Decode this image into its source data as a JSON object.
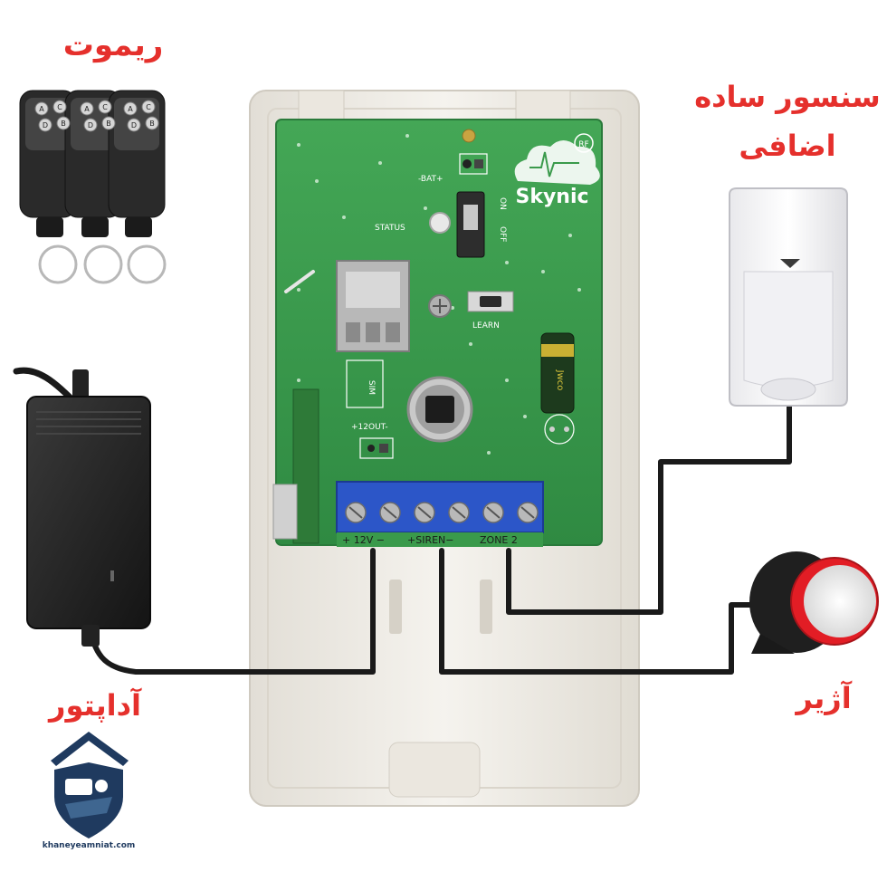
{
  "labels": {
    "remote": "ریموت",
    "sensor_line1": "سنسور ساده",
    "sensor_line2": "اضافی",
    "adapter": "آداپتور",
    "siren": "آژیر"
  },
  "board": {
    "brand": "Skynic",
    "rf_badge": "RF",
    "status": "STATUS",
    "bat": "-BAT+",
    "on": "ON",
    "off": "OFF",
    "learn": "LEARN",
    "sim": "SIM",
    "out12": "+12OUT-",
    "cap_text": "Jwco",
    "pin_12v": "+ 12V −",
    "pin_siren": "+SIREN−",
    "pin_zone": "ZONE 2"
  },
  "remote_buttons": [
    "A",
    "C",
    "D",
    "B"
  ],
  "watermark": {
    "site": "khaneyeamniat.com"
  },
  "colors": {
    "accent": "#e5302c",
    "pcb": "#3a9a4b",
    "terminal": "#2c56c8",
    "wire": "#1a1a1a",
    "logo_navy": "#1f3a5f"
  }
}
